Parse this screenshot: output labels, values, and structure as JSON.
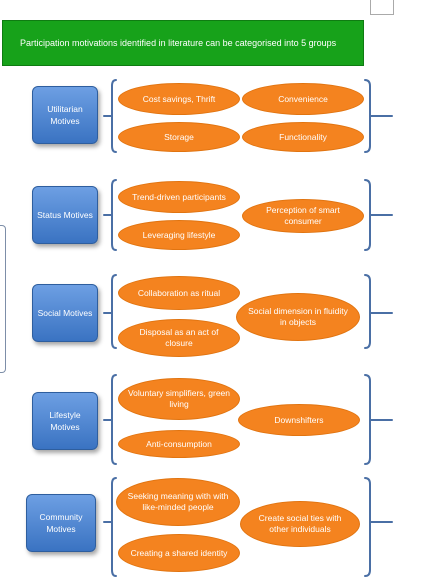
{
  "banner": {
    "text": "Participation motivations identified in literature can be categorised into 5 groups"
  },
  "groups": [
    {
      "motive": "Utilitarian Motives",
      "items": [
        "Cost savings, Thrift",
        "Storage",
        "Convenience",
        "Functionality"
      ]
    },
    {
      "motive": "Status Motives",
      "items": [
        "Trend-driven participants",
        "Leveraging lifestyle",
        "Perception of smart consumer"
      ]
    },
    {
      "motive": "Social Motives",
      "items": [
        "Collaboration as ritual",
        "Disposal as an act of closure",
        "Social dimension in fluidity in objects"
      ]
    },
    {
      "motive": "Lifestyle Motives",
      "items": [
        "Voluntary simplifiers, green living",
        "Anti-consumption",
        "Downshifters"
      ]
    },
    {
      "motive": "Community Motives",
      "items": [
        "Seeking meaning with with like-minded people",
        "Creating a shared identity",
        "Create social ties with other individuals"
      ]
    }
  ],
  "colors": {
    "banner": "#17a21a",
    "motive_box": "#4a86d4",
    "pill": "#f4831f",
    "bracket": "#4a6fa5"
  }
}
